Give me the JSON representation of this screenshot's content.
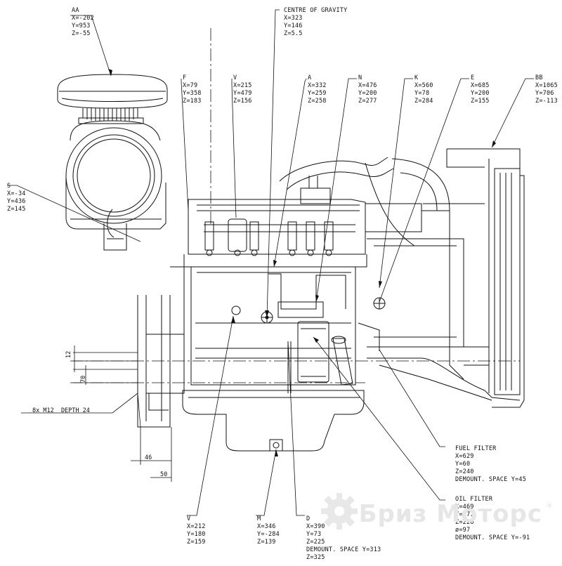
{
  "callouts": {
    "AA": {
      "name": "AA",
      "lines": [
        "X=-202",
        "Y=953",
        "Z=-55"
      ]
    },
    "CG": {
      "name": "CENTRE OF GRAVITY",
      "lines": [
        "X=323",
        "Y=146",
        "Z=5.5"
      ]
    },
    "F": {
      "name": "F",
      "lines": [
        "X=79",
        "Y=358",
        "Z=183"
      ]
    },
    "Vtop": {
      "name": "V",
      "lines": [
        "X=215",
        "Y=479",
        "Z=156"
      ]
    },
    "A": {
      "name": "A",
      "lines": [
        "X=332",
        "Y=259",
        "Z=258"
      ]
    },
    "N": {
      "name": "N",
      "lines": [
        "X=476",
        "Y=200",
        "Z=277"
      ]
    },
    "K": {
      "name": "K",
      "lines": [
        "X=560",
        "Y=78",
        "Z=284"
      ]
    },
    "E": {
      "name": "E",
      "lines": [
        "X=685",
        "Y=200",
        "Z=155"
      ]
    },
    "BB": {
      "name": "BB",
      "lines": [
        "X=1065",
        "Y=706",
        "Z=-113"
      ]
    },
    "S": {
      "name": "S",
      "lines": [
        "X=-34",
        "Y=436",
        "Z=145"
      ]
    },
    "FUEL": {
      "name": "FUEL FILTER",
      "lines": [
        "X=629",
        "Y=60",
        "Z=240",
        "DEMOUNT. SPACE Y=45"
      ]
    },
    "OIL": {
      "name": "OIL FILTER",
      "lines": [
        "X=469",
        "Y=-71",
        "Z=226",
        "ø=97",
        "DEMOUNT. SPACE Y=-91"
      ]
    },
    "Vbot": {
      "name": "V",
      "lines": [
        "X=212",
        "Y=180",
        "Z=159"
      ]
    },
    "M": {
      "name": "M",
      "lines": [
        "X=346",
        "Y=-284",
        "Z=139"
      ]
    },
    "D": {
      "name": "D",
      "lines": [
        "X=390",
        "Y=73",
        "Z=225",
        "DEMOUNT. SPACE Y=313",
        "Z=325"
      ]
    }
  },
  "dimensions": {
    "bolts": "8x M12  DEPTH 24",
    "d12": "12",
    "d70": "70",
    "d46": "46",
    "d50": "50"
  },
  "watermark": {
    "text": "Бриз Моторс",
    "reg": "®"
  }
}
